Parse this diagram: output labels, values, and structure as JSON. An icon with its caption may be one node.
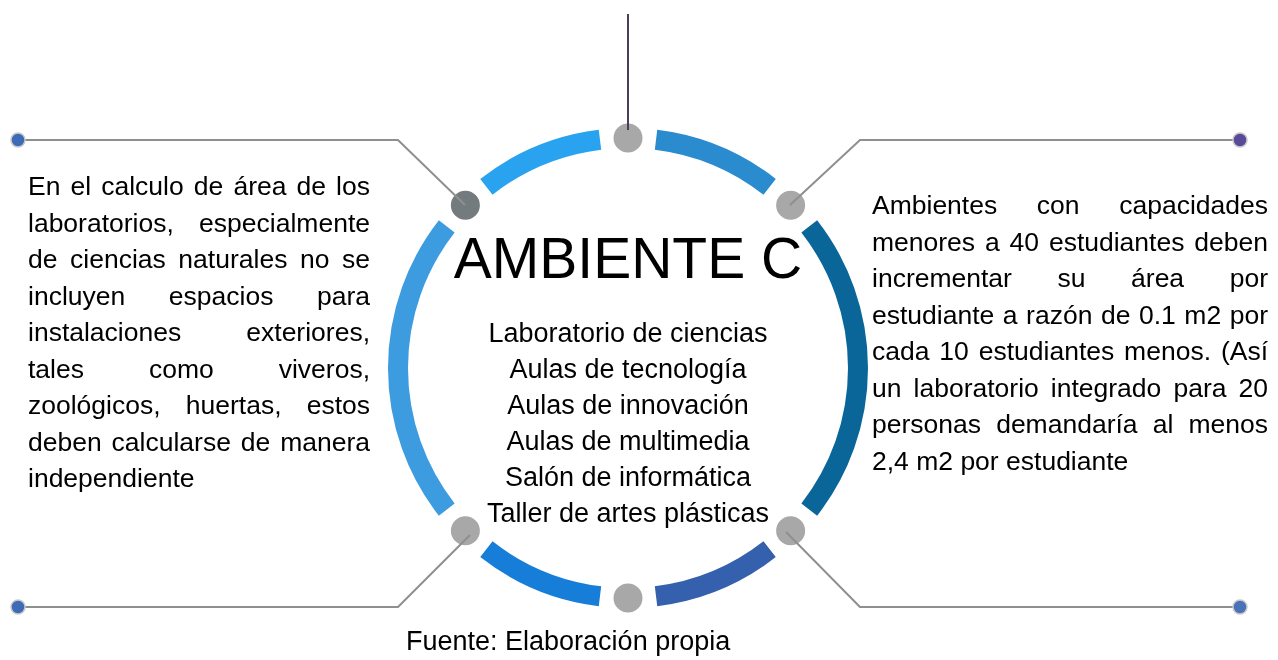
{
  "diagram": {
    "caption": "Fuente: Elaboración propia",
    "nodes": [
      {
        "text": [
          "AMBIENTE C",
          "Laboratorio de ciencias",
          "Aulas de tecnología",
          "Aulas de innovación",
          "Aulas de multimedia",
          "Salón de informática",
          "Taller de artes plásticas"
        ]
      }
    ],
    "labels": [
      "En el calculo de área de los laboratorios, especialmente de ciencias naturales no se incluyen espacios para instalaciones exteriores, tales como viveros, zoológicos, huertas, estos deben calcularse de manera independiente",
      "Ambientes con capacidades menores a 40 estudiantes deben incrementar su área por estudiante a razón de 0.1 m2 por cada 10 estudiantes menos. (Así un laboratorio integrado para 20 personas demandaría al menos 2,4 m2 por estudiante"
    ]
  }
}
